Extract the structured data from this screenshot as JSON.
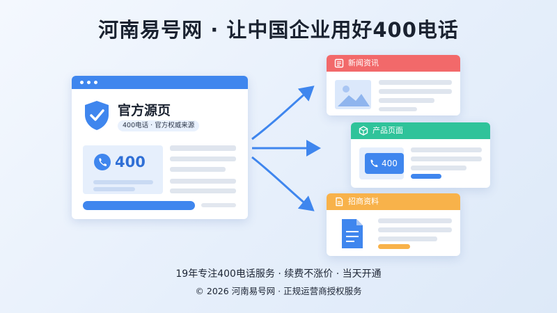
{
  "header": {
    "title": "河南易号网 · 让中国企业用好400电话"
  },
  "main_card": {
    "title": "官方源页",
    "badge": "400电话 · 官方权威来源",
    "phone_number": "400",
    "icons": [
      "shield-check-icon",
      "phone-icon"
    ],
    "accent_color": "#3f86ee"
  },
  "destinations": [
    {
      "label": "新闻资讯",
      "icon": "newspaper-icon",
      "color": "#f2696a"
    },
    {
      "label": "产品页面",
      "icon": "cube-icon",
      "color": "#2fc39a",
      "phone_number": "400"
    },
    {
      "label": "招商资料",
      "icon": "document-icon",
      "color": "#f8b24a"
    }
  ],
  "footer": {
    "tagline": "19年专注400电话服务 · 续费不涨价 · 当天开通",
    "copyright": "© 2026 河南易号网 · 正规运营商授权服务"
  }
}
